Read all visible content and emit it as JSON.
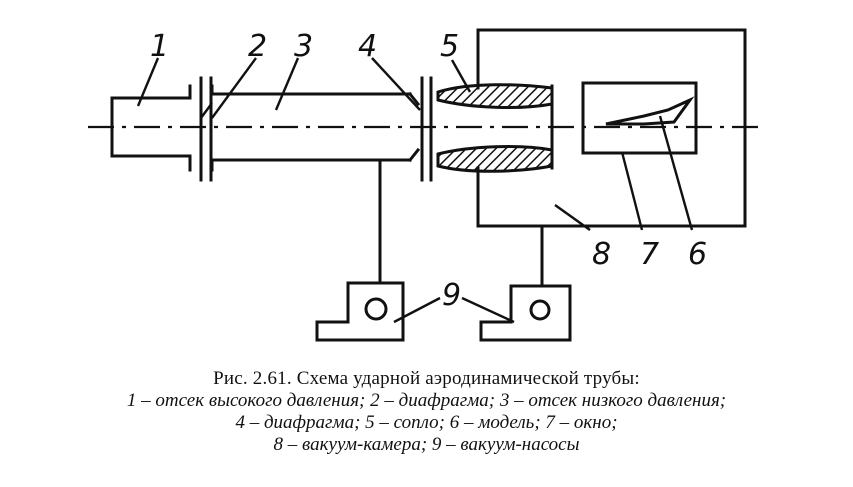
{
  "figure": {
    "labels": {
      "l1": "1",
      "l2": "2",
      "l3": "3",
      "l4": "4",
      "l5": "5",
      "l6": "6",
      "l7": "7",
      "l8": "8",
      "l9": "9"
    }
  },
  "caption": {
    "title": "Рис. 2.61. Схема ударной аэродинамической трубы:",
    "line1": "1 – отсек высокого давления; 2 – диафрагма; 3 – отсек низкого давления;",
    "line2": "4 – диафрагма; 5 – сопло; 6 – модель; 7 – окно;",
    "line3": "8 – вакуум-камера; 9 – вакуум-насосы"
  }
}
